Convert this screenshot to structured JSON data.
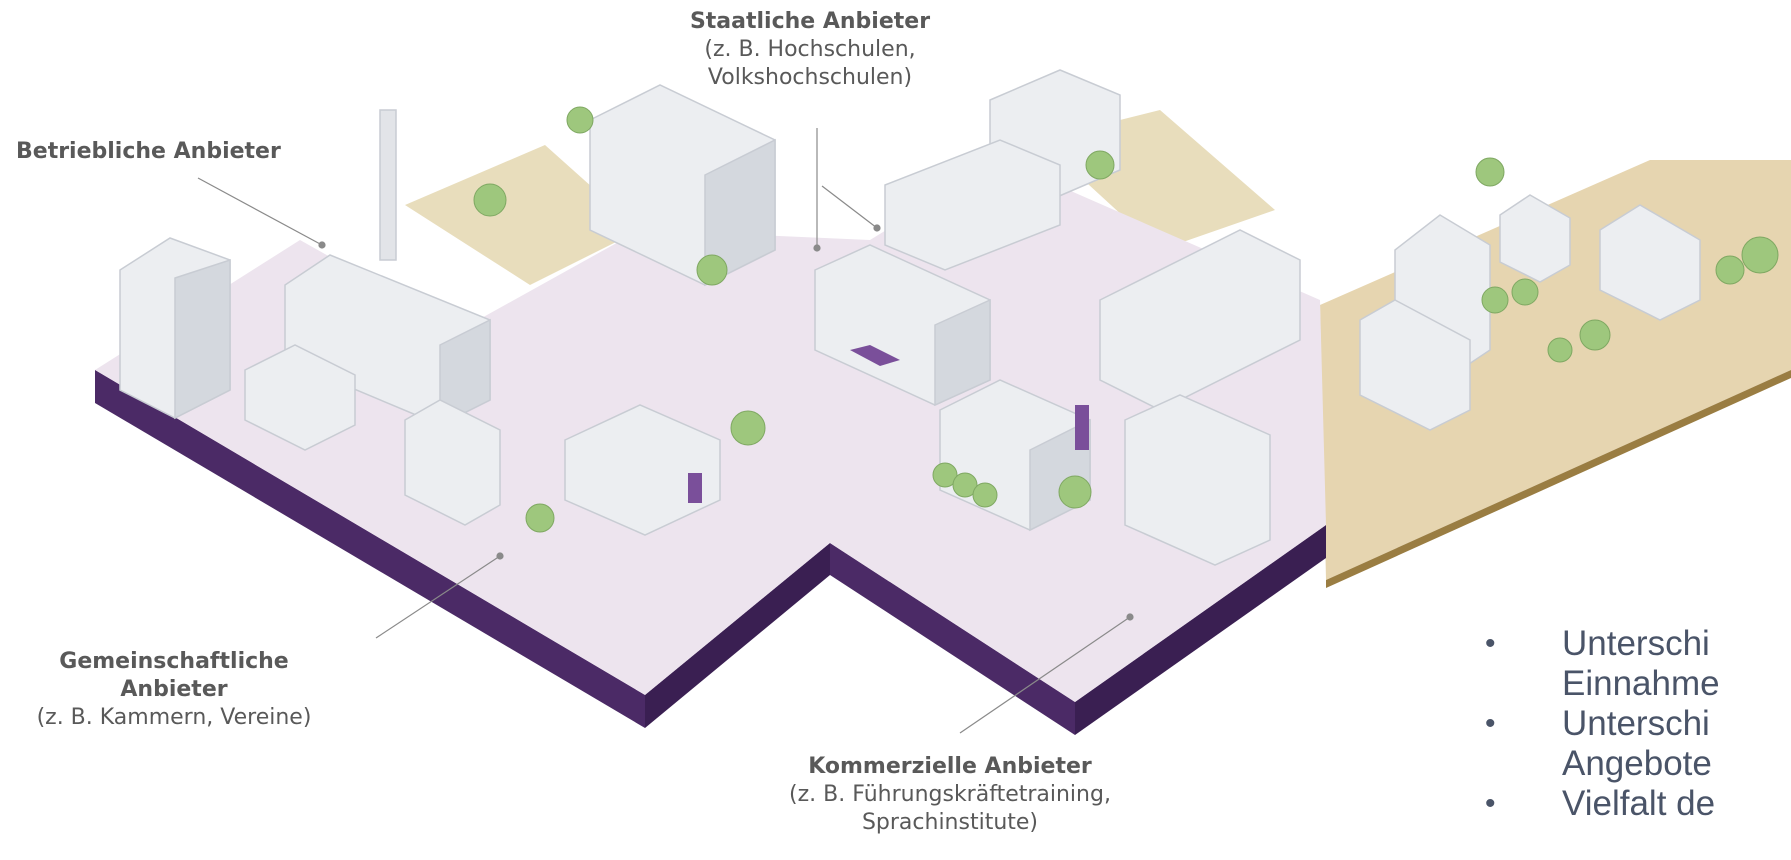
{
  "labels": {
    "betriebliche": {
      "title": "Betriebliche Anbieter",
      "sub": ""
    },
    "staatliche": {
      "title": "Staatliche Anbieter",
      "sub1": "(z. B. Hochschulen,",
      "sub2": "Volkshochschulen)"
    },
    "gemeinschaftliche": {
      "title": "Gemeinschaftliche Anbieter",
      "sub1": "(z. B. Kammern, Vereine)"
    },
    "kommerzielle": {
      "title": "Kommerzielle Anbieter",
      "sub1": "(z. B. Führungskräftetraining,",
      "sub2": "Sprachinstitute)"
    }
  },
  "bullets": [
    "Unterschi",
    "Einnahme",
    "Unterschi",
    "Angebote",
    "Vielfalt de"
  ],
  "colors": {
    "platform_top": "#ede4ee",
    "platform_side": "#4b2a66",
    "sand": "#e6d5b0",
    "sand_edge": "#9a7d42",
    "building": "#eceef1",
    "building_shade": "#d4d8de",
    "tree": "#9ec77d",
    "text": "#595959",
    "bullet_text": "#4a5468"
  }
}
